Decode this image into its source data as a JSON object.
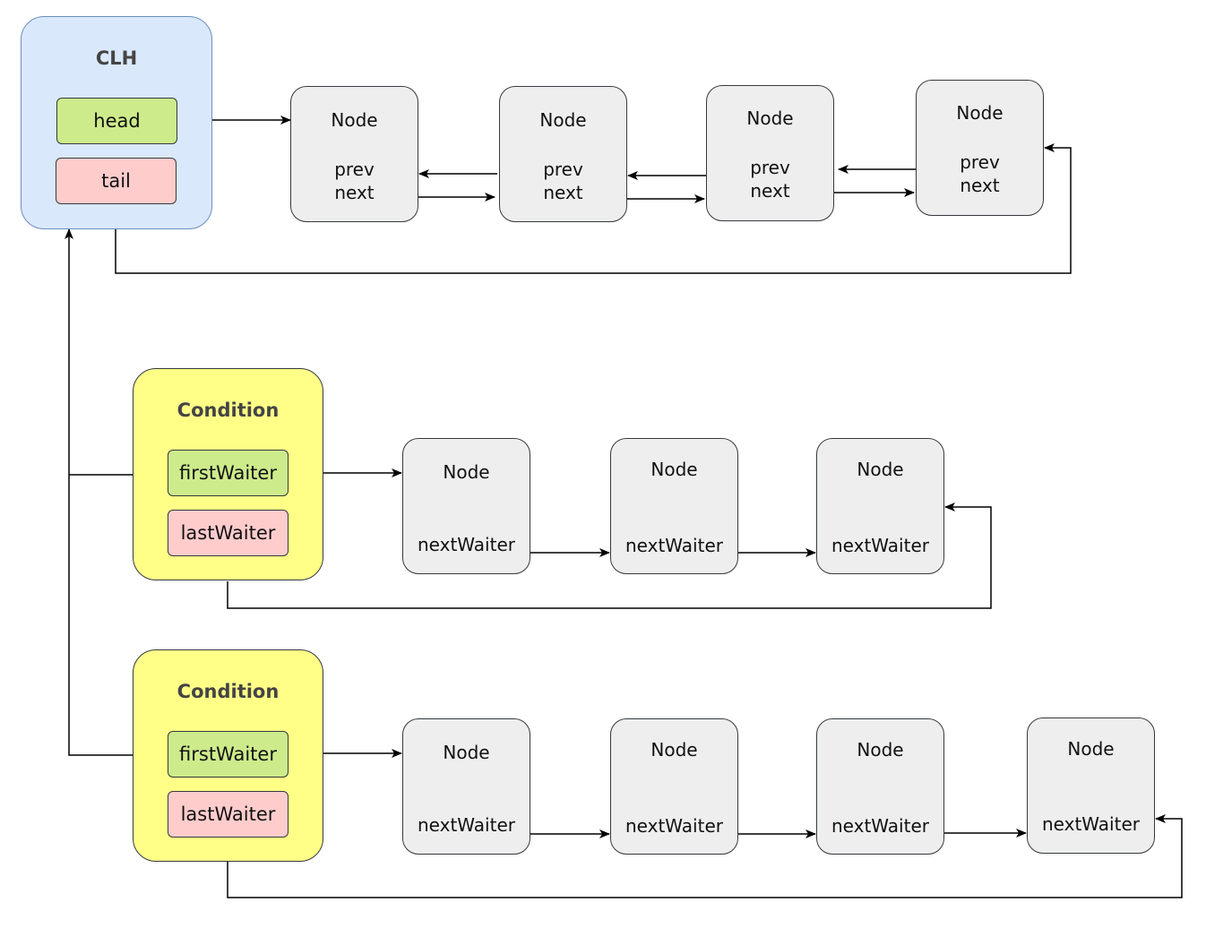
{
  "clh": {
    "title": "CLH",
    "head_label": "head",
    "tail_label": "tail",
    "nodes": [
      {
        "title": "Node",
        "prev": "prev",
        "next": "next"
      },
      {
        "title": "Node",
        "prev": "prev",
        "next": "next"
      },
      {
        "title": "Node",
        "prev": "prev",
        "next": "next"
      },
      {
        "title": "Node",
        "prev": "prev",
        "next": "next"
      }
    ]
  },
  "conditions": [
    {
      "title": "Condition",
      "first_label": "firstWaiter",
      "last_label": "lastWaiter",
      "nodes": [
        {
          "title": "Node",
          "next": "nextWaiter"
        },
        {
          "title": "Node",
          "next": "nextWaiter"
        },
        {
          "title": "Node",
          "next": "nextWaiter"
        }
      ]
    },
    {
      "title": "Condition",
      "first_label": "firstWaiter",
      "last_label": "lastWaiter",
      "nodes": [
        {
          "title": "Node",
          "next": "nextWaiter"
        },
        {
          "title": "Node",
          "next": "nextWaiter"
        },
        {
          "title": "Node",
          "next": "nextWaiter"
        },
        {
          "title": "Node",
          "next": "nextWaiter"
        }
      ]
    }
  ]
}
